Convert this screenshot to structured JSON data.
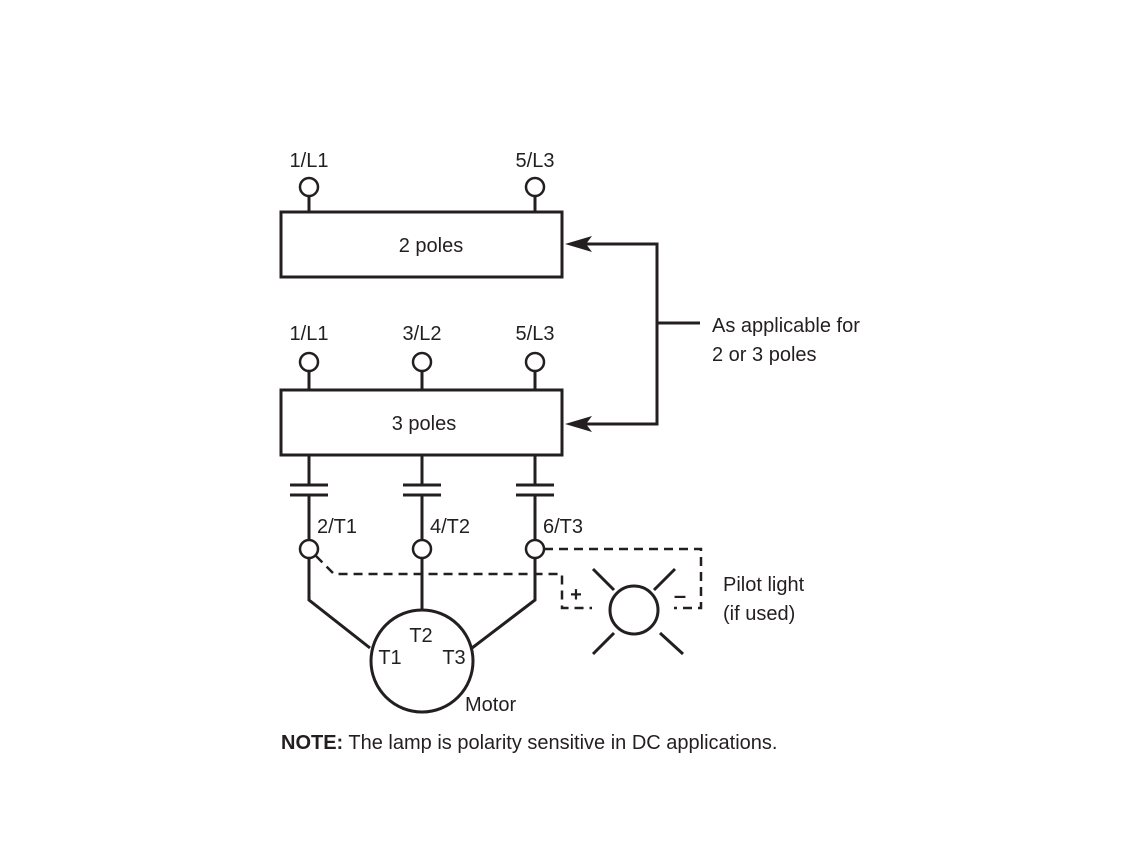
{
  "two_pole_block": {
    "label": "2 poles",
    "terminals": [
      "1/L1",
      "5/L3"
    ]
  },
  "three_pole_block": {
    "label": "3 poles",
    "terminals": [
      "1/L1",
      "3/L2",
      "5/L3"
    ]
  },
  "bracket_annotation": {
    "line1": "As applicable for",
    "line2": "2 or 3 poles"
  },
  "load_terminals": [
    "2/T1",
    "4/T2",
    "6/T3"
  ],
  "motor": {
    "label": "Motor",
    "windings": [
      "T1",
      "T2",
      "T3"
    ]
  },
  "pilot_light": {
    "line1": "Pilot light",
    "line2": "(if used)",
    "plus": "+",
    "minus": "–"
  },
  "note": {
    "prefix": "NOTE:",
    "text": " The lamp is polarity sensitive in DC applications."
  }
}
